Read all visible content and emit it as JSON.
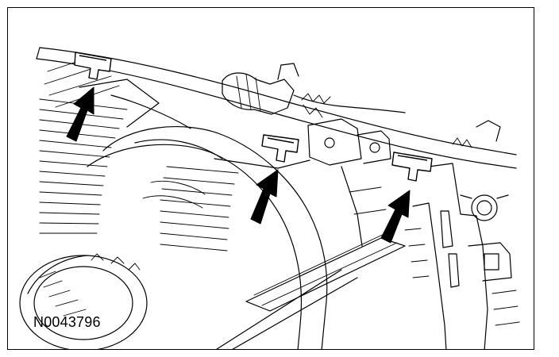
{
  "figure": {
    "id_label": "N0043796"
  },
  "colors": {
    "ink": "#000000",
    "paper": "#ffffff"
  },
  "callouts": [
    {
      "name": "retaining-clip-left"
    },
    {
      "name": "retaining-clip-center"
    },
    {
      "name": "retaining-clip-right"
    }
  ]
}
